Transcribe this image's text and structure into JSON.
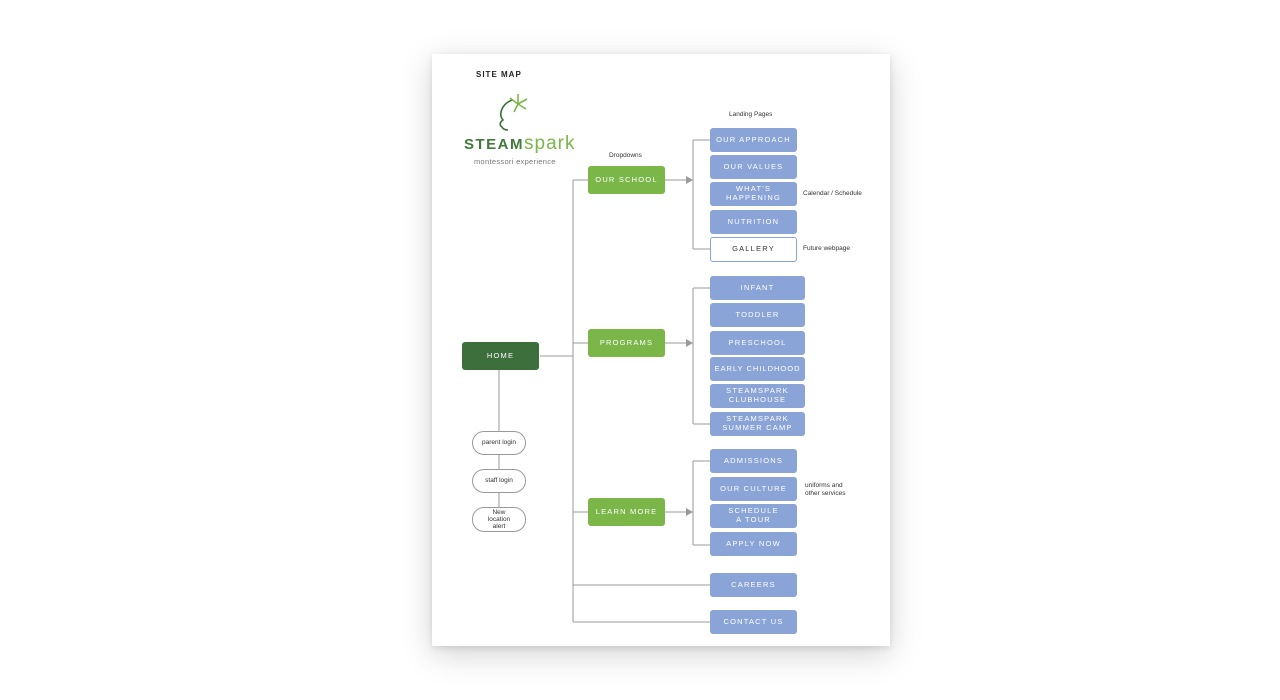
{
  "title": "SITE MAP",
  "logo": {
    "steam": "STEAM",
    "spark": "spark",
    "tagline": "montessori experience"
  },
  "labels": {
    "landing_pages": "Landing Pages",
    "dropdowns": "Dropdowns"
  },
  "home": "HOME",
  "logins": [
    "parent login",
    "staff login",
    "New location alert"
  ],
  "dropdowns": [
    "OUR SCHOOL",
    "PROGRAMS",
    "LEARN MORE"
  ],
  "our_school_pages": [
    "OUR APPROACH",
    "OUR VALUES",
    "WHAT'S HAPPENING",
    "NUTRITION",
    "GALLERY"
  ],
  "programs_pages": [
    "INFANT",
    "TODDLER",
    "PRESCHOOL",
    "EARLY CHILDHOOD",
    "STEAMSPARK CLUBHOUSE",
    "STEAMSPARK SUMMER CAMP"
  ],
  "learn_more_pages": [
    "ADMISSIONS",
    "OUR CULTURE",
    "SCHEDULE A TOUR",
    "APPLY NOW"
  ],
  "standalone_pages": [
    "CAREERS",
    "CONTACT US"
  ],
  "annotations": {
    "calendar": "Calendar / Schedule",
    "future": "Future webpage",
    "uniforms": "uniforms and other services"
  },
  "colors": {
    "home": "#3c6f3b",
    "dropdown": "#7ab648",
    "page": "#8aa4d8",
    "connector": "#9a9a9a"
  }
}
